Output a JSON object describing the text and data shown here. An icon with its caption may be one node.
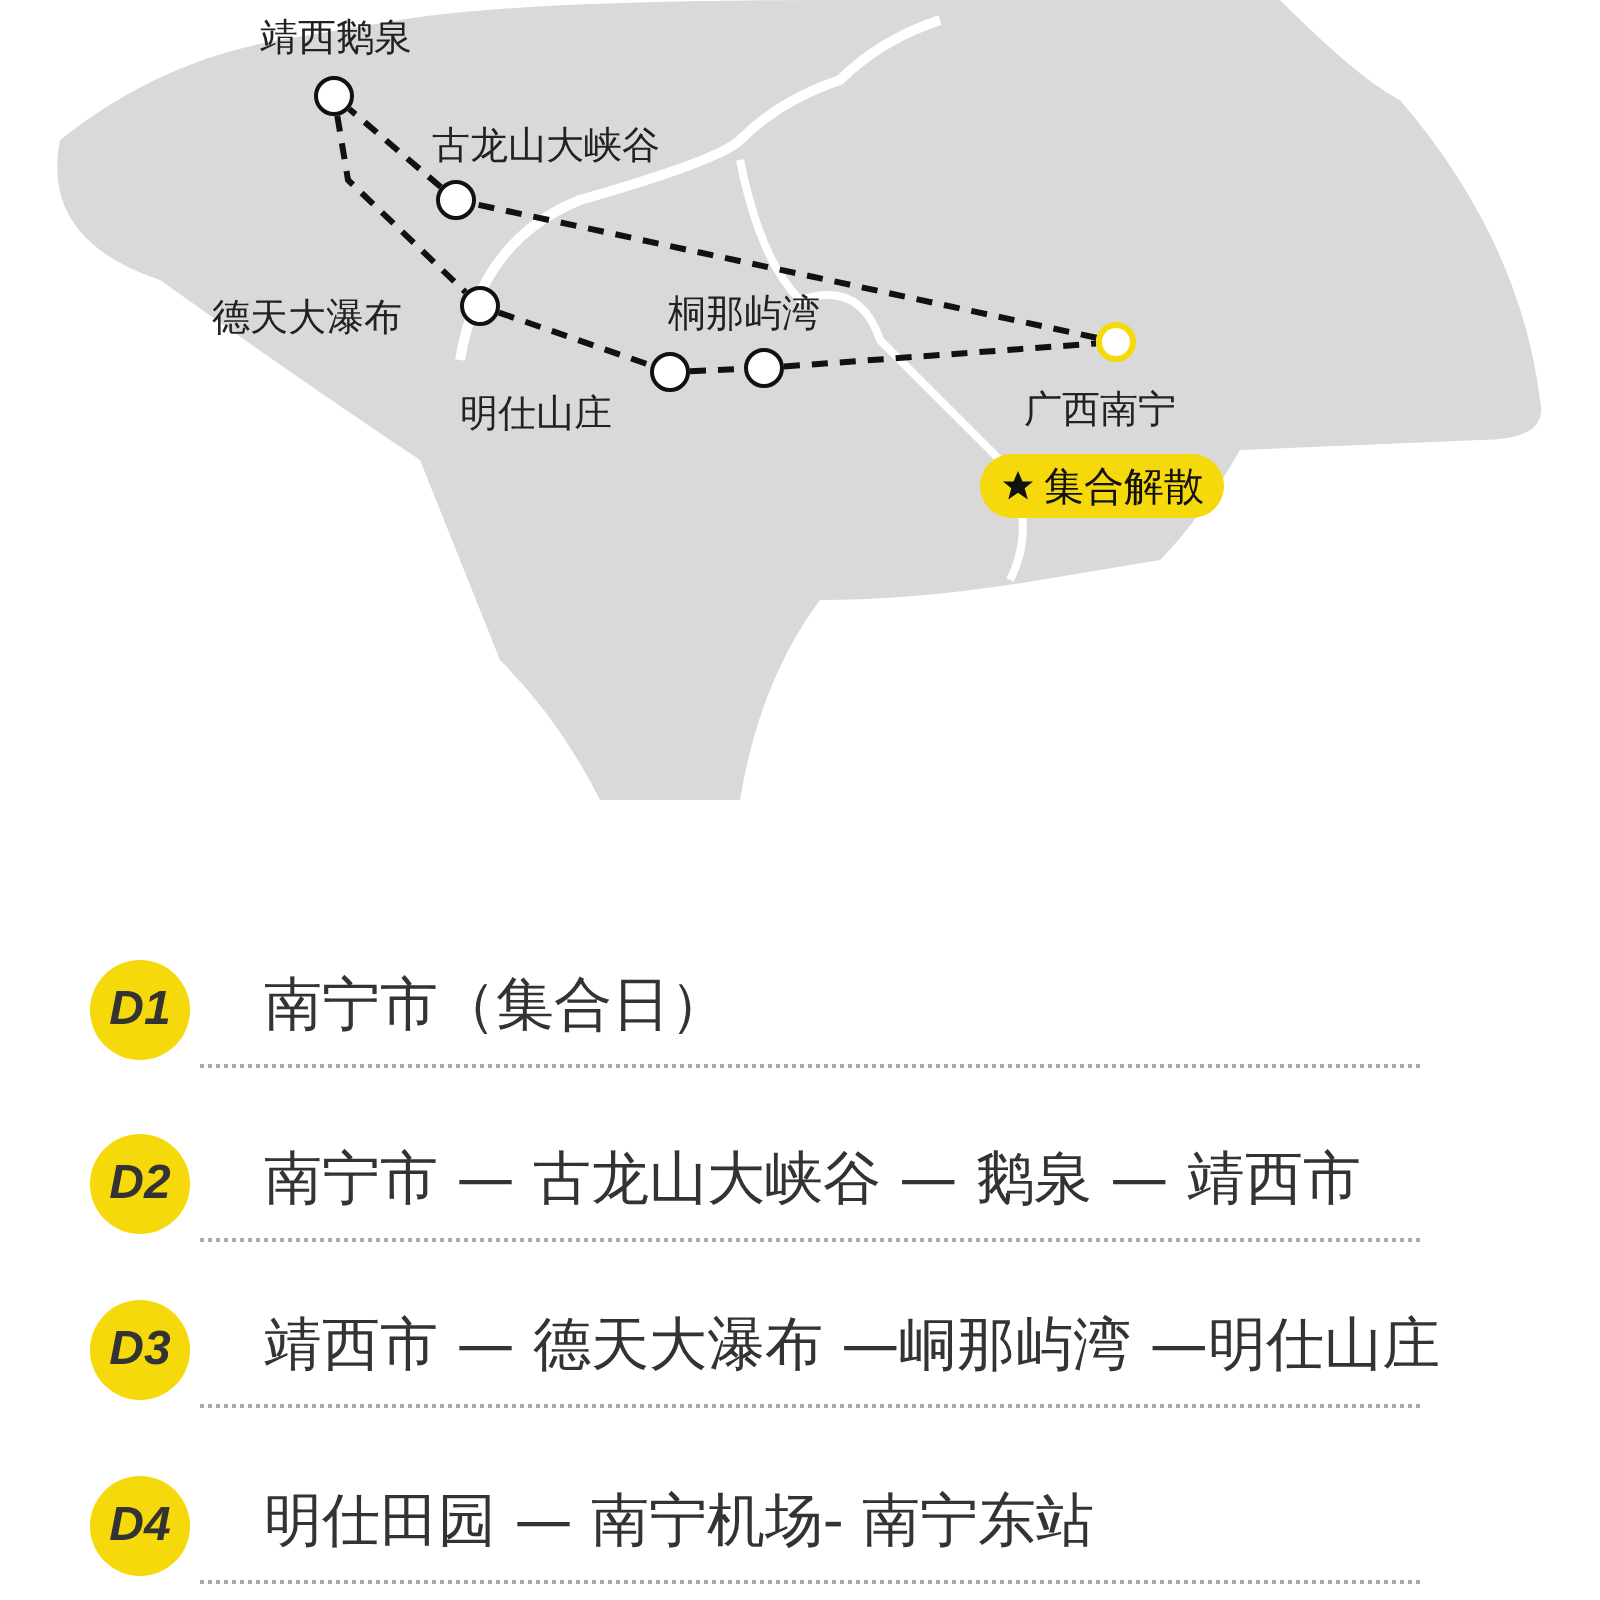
{
  "diagram": {
    "nodes": [
      {
        "text": [],
        "shape": "circle",
        "beside": [
          "靖西鹅泉"
        ]
      },
      {
        "text": [],
        "shape": "circle",
        "beside": [
          "古龙山大峡谷"
        ]
      },
      {
        "text": [],
        "shape": "circle",
        "beside": [
          "德天大瀑布"
        ]
      },
      {
        "text": [],
        "shape": "circle",
        "beside": [
          "明仕山庄"
        ]
      },
      {
        "text": [],
        "shape": "circle",
        "beside": [
          "桐那屿湾"
        ]
      },
      {
        "text": [],
        "shape": "circle",
        "beside": [
          "广西南宁"
        ]
      },
      {
        "text": [
          "集合解散"
        ]
      },
      {
        "text": [
          "D1"
        ],
        "beside": [
          "南宁市（集合日）"
        ]
      },
      {
        "text": [
          "D2"
        ],
        "beside": [
          "南宁市 — 古龙山大峡谷 — 鹅泉 — 靖西市"
        ]
      },
      {
        "text": [
          "D3"
        ],
        "beside": [
          "靖西市 — 德天大瀑布 —峒那屿湾 —明仕山庄"
        ]
      },
      {
        "text": [
          "D4"
        ],
        "beside": [
          "明仕田园 — 南宁机场- 南宁东站"
        ]
      }
    ],
    "edges": [
      {
        "from": 5,
        "to": 1,
        "arrow": "none",
        "style": "dashed"
      },
      {
        "from": 1,
        "to": 0,
        "arrow": "none",
        "style": "dashed"
      },
      {
        "from": 0,
        "to": 2,
        "arrow": "none",
        "style": "dashed"
      },
      {
        "from": 2,
        "to": 3,
        "arrow": "none",
        "style": "dashed"
      },
      {
        "from": 3,
        "to": 4,
        "arrow": "none",
        "style": "dashed"
      },
      {
        "from": 4,
        "to": 5,
        "arrow": "none",
        "style": "dashed"
      }
    ]
  }
}
